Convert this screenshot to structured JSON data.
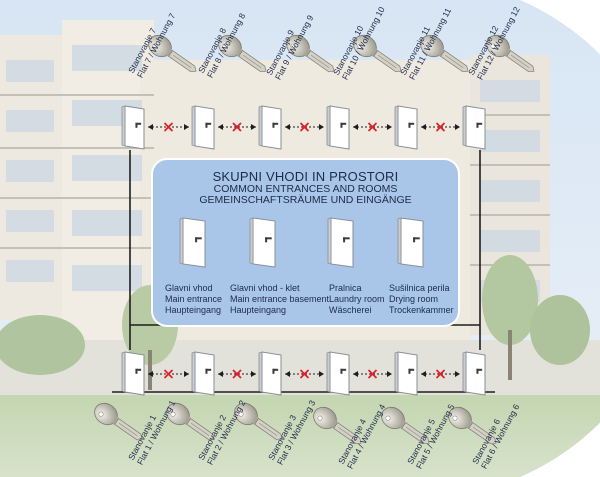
{
  "panel": {
    "title_sl": "SKUPNI VHODI IN PROSTORI",
    "title_en": "COMMON ENTRANCES AND ROOMS",
    "title_de": "GEMEINSCHAFTSRÄUME UND EINGÄNGE"
  },
  "common_rooms": [
    {
      "sl": "Glavni vhod",
      "en": "Main entrance",
      "de": "Haupteingang"
    },
    {
      "sl": "Glavni vhod - klet",
      "en": "Main entrance basement",
      "de": "Haupteingang"
    },
    {
      "sl": "Pralnica",
      "en": "Laundry room",
      "de": "Wäscherei"
    },
    {
      "sl": "Sušilnica perila",
      "en": "Drying room",
      "de": "Trockenkammer"
    }
  ],
  "top_flats": [
    {
      "sl": "Stanovanje 7",
      "en": "Flat 7 / Wohnung 7"
    },
    {
      "sl": "Stanovanje 8",
      "en": "Flat 8 / Wohnung 8"
    },
    {
      "sl": "Stanovanje 9",
      "en": "Flat 9 / Wohnung 9"
    },
    {
      "sl": "Stanovanje 10",
      "en": "Flat 10 / Wohnung 10"
    },
    {
      "sl": "Stanovanje 11",
      "en": "Flat 11 / Wohnung 11"
    },
    {
      "sl": "Stanovanje 12",
      "en": "Flat 12 / Wohnung 12"
    }
  ],
  "bottom_flats": [
    {
      "sl": "Stanovanje 1",
      "en": "Flat 1 / Wohnung 1"
    },
    {
      "sl": "Stanovanje 2",
      "en": "Flat 2 / Wohnung 2"
    },
    {
      "sl": "Stanovanje 3",
      "en": "Flat 3 / Wohnung 3"
    },
    {
      "sl": "Stanovanje 4",
      "en": "Flat 4 / Wohnung 4"
    },
    {
      "sl": "Stanovanje 5",
      "en": "Flat 5 / Wohnung 5"
    },
    {
      "sl": "Stanovanje 6",
      "en": "Flat 6 / Wohnung 6"
    }
  ],
  "colors": {
    "panel": "#a9c6e8",
    "cross": "#e0202a",
    "text": "#1c2b4a"
  }
}
